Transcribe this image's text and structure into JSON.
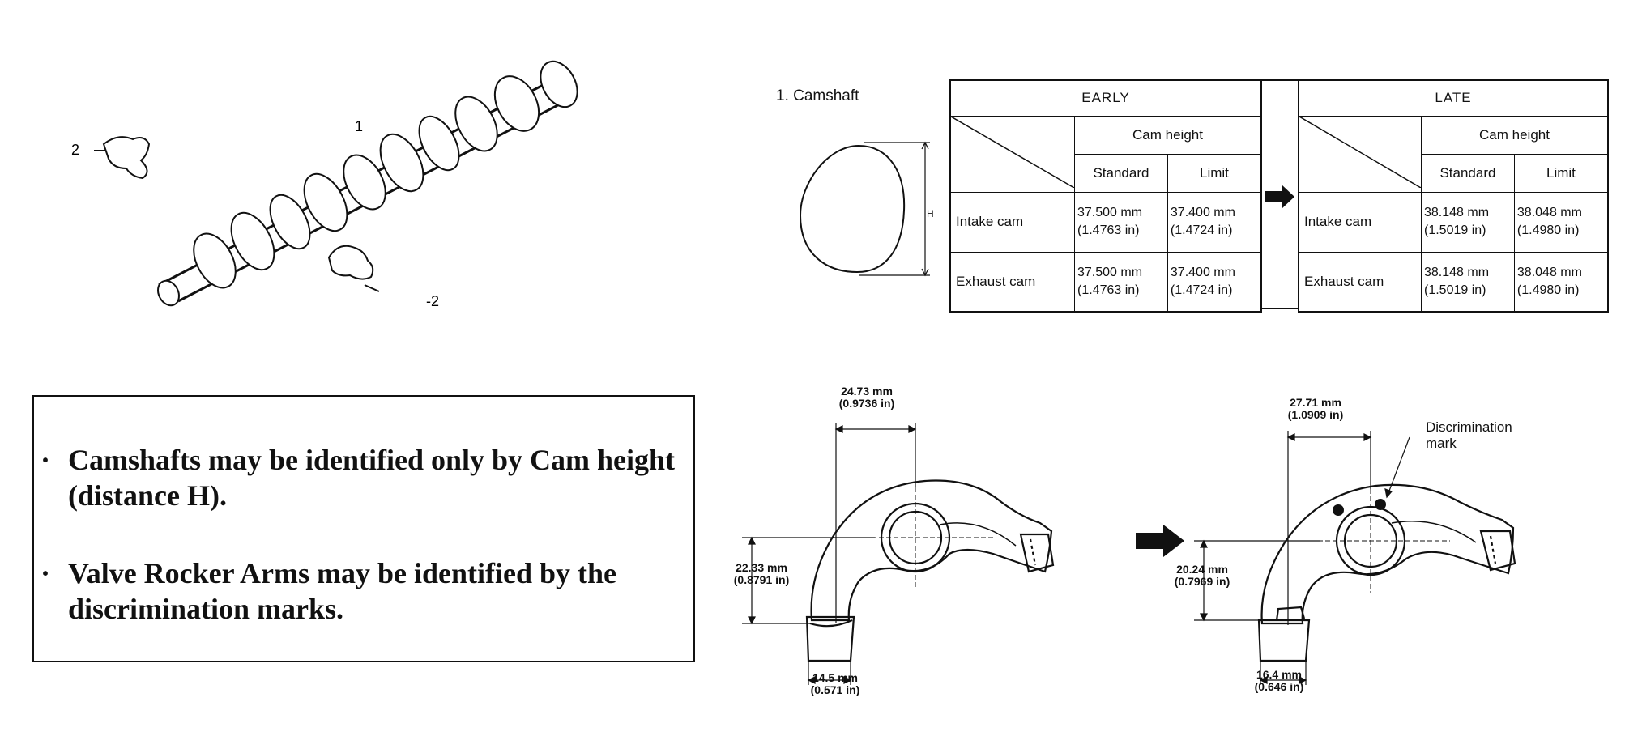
{
  "camshaft_figure": {
    "callout_1": "1",
    "callout_2a": "2",
    "callout_2b": "-2"
  },
  "spec_section": {
    "title": "1. Camshaft",
    "profile_label": "H",
    "early": {
      "heading": "EARLY",
      "cam_height": "Cam height",
      "standard": "Standard",
      "limit": "Limit",
      "rows": [
        {
          "name": "Intake cam",
          "std1": "37.500 mm",
          "std2": "(1.4763 in)",
          "lim1": "37.400 mm",
          "lim2": "(1.4724 in)"
        },
        {
          "name": "Exhaust cam",
          "std1": "37.500 mm",
          "std2": "(1.4763 in)",
          "lim1": "37.400 mm",
          "lim2": "(1.4724 in)"
        }
      ]
    },
    "late": {
      "heading": "LATE",
      "cam_height": "Cam height",
      "standard": "Standard",
      "limit": "Limit",
      "rows": [
        {
          "name": "Intake cam",
          "std1": "38.148 mm",
          "std2": "(1.5019 in)",
          "lim1": "38.048 mm",
          "lim2": "(1.4980 in)"
        },
        {
          "name": "Exhaust cam",
          "std1": "38.148 mm",
          "std2": "(1.5019 in)",
          "lim1": "38.048 mm",
          "lim2": "(1.4980 in)"
        }
      ]
    }
  },
  "notes": [
    "Camshafts may be identified only by Cam height (distance H).",
    "Valve Rocker Arms may be identified by the discrimination marks."
  ],
  "note_bullet": "·",
  "early_rocker": {
    "top_mm": "24.73 mm",
    "top_in": "(0.9736 in)",
    "side_mm": "22.33 mm",
    "side_in": "(0.8791 in)",
    "bottom_mm": "14.5 mm",
    "bottom_in": "(0.571 in)"
  },
  "late_rocker": {
    "top_mm": "27.71 mm",
    "top_in": "(1.0909 in)",
    "side_mm": "20.24 mm",
    "side_in": "(0.7969 in)",
    "bottom_mm": "16.4 mm",
    "bottom_in": "(0.646 in)",
    "mark_label_1": "Discrimination",
    "mark_label_2": "mark"
  }
}
